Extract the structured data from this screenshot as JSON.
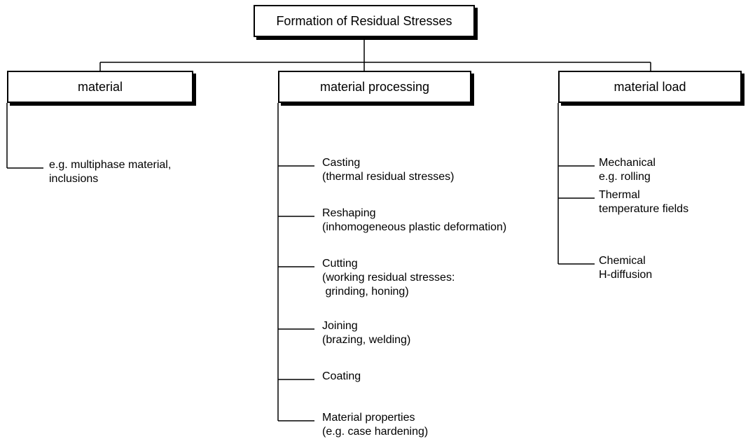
{
  "root": {
    "label": "Formation of Residual Stresses"
  },
  "branches": [
    {
      "label": "material",
      "items": [
        {
          "lines": [
            "e.g. multiphase material,",
            "inclusions"
          ]
        }
      ]
    },
    {
      "label": "material processing",
      "items": [
        {
          "lines": [
            "Casting",
            "(thermal residual stresses)"
          ]
        },
        {
          "lines": [
            "Reshaping",
            "(inhomogeneous plastic deformation)"
          ]
        },
        {
          "lines": [
            "Cutting",
            "(working residual stresses:",
            " grinding, honing)"
          ]
        },
        {
          "lines": [
            "Joining",
            "(brazing, welding)"
          ]
        },
        {
          "lines": [
            "Coating"
          ]
        },
        {
          "lines": [
            "Material properties",
            "(e.g. case hardening)"
          ]
        }
      ]
    },
    {
      "label": "material load",
      "items": [
        {
          "lines": [
            "Mechanical",
            "e.g. rolling"
          ]
        },
        {
          "lines": [
            "Thermal",
            "temperature fields"
          ]
        },
        {
          "lines": [
            "Chemical",
            "H-diffusion"
          ]
        }
      ]
    }
  ]
}
